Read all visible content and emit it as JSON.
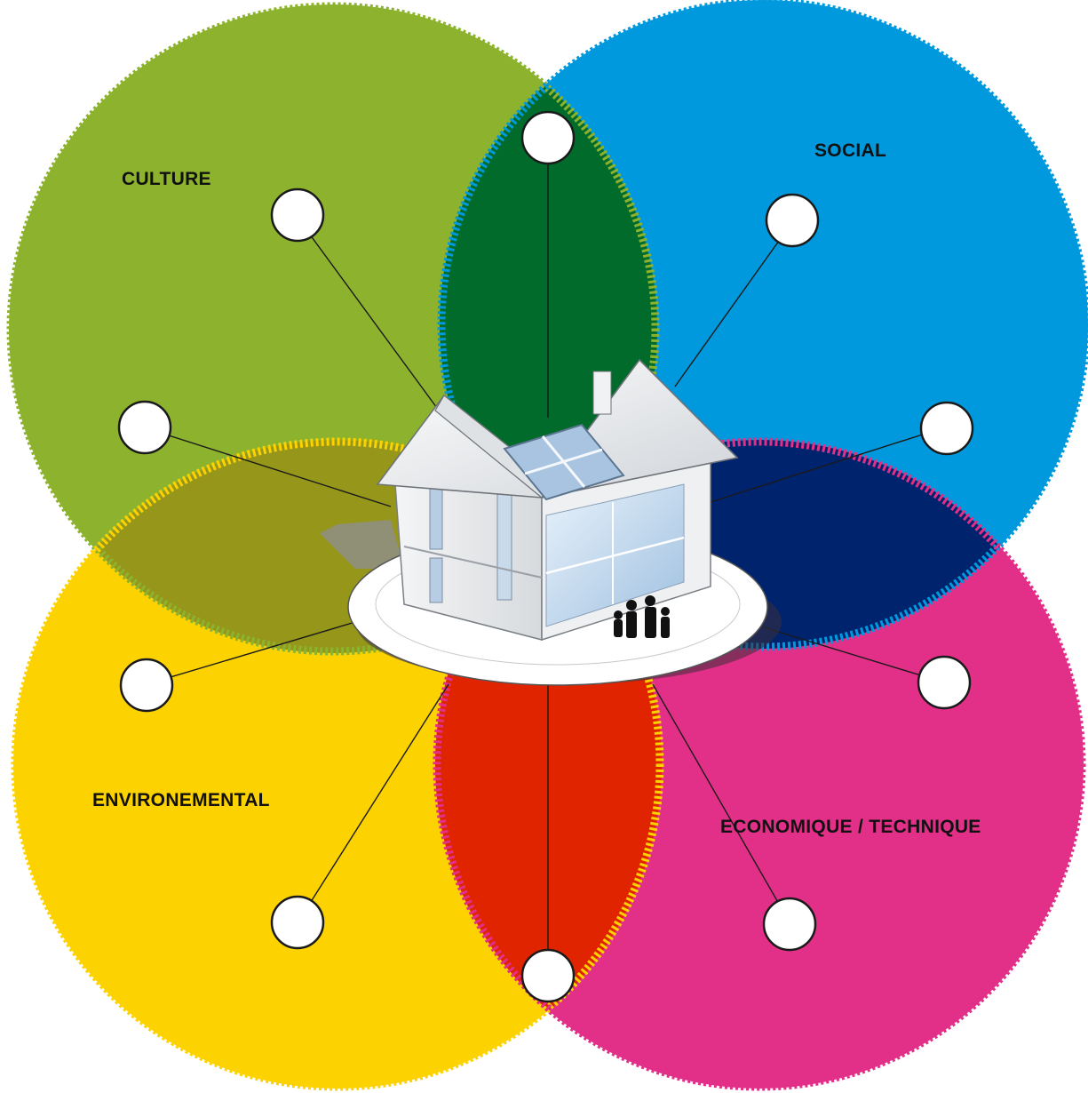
{
  "labels": {
    "culture": "CULTURE",
    "social": "SOCIAL",
    "environmental": "ENVIRONEMENTAL",
    "economic": "ECONOMIQUE / TECHNIQUE"
  },
  "colors": {
    "culture": "#8db32e",
    "social": "#0099dd",
    "environmental": "#fcd200",
    "economic": "#e22f88",
    "overlap_culture_social": "#006b2a",
    "overlap_social_economic": "#00236e",
    "overlap_economic_environmental": "#e02400",
    "overlap_environmental_culture": "#95961a"
  },
  "icons": {
    "center": "house-with-solar-panel-and-family",
    "nodes": "empty-circle"
  }
}
